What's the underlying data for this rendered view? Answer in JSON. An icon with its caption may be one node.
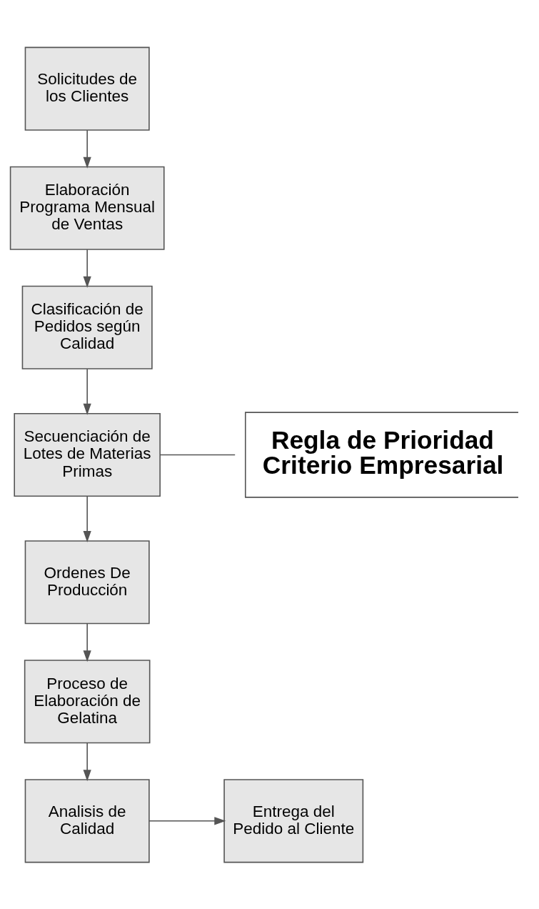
{
  "diagram": {
    "nodes": [
      {
        "text": [
          "Solicitudes de los Clientes"
        ]
      },
      {
        "text": [
          "Elaboración Programa Mensual de Ventas"
        ]
      },
      {
        "text": [
          "Clasificación de Pedidos según Calidad"
        ]
      },
      {
        "text": [
          "Secuenciación de Lotes de Materias Primas"
        ]
      },
      {
        "text": [
          "Ordenes De Producción"
        ]
      },
      {
        "text": [
          "Proceso de Elaboración de Gelatina"
        ]
      },
      {
        "text": [
          "Analisis de Calidad"
        ]
      },
      {
        "text": [
          "Entrega del Pedido al Cliente"
        ]
      },
      {
        "text": [
          "Regla de Prioridad Criterio Empresarial"
        ]
      }
    ],
    "edges": [
      {
        "from": 0,
        "to": 1,
        "arrow": "to"
      },
      {
        "from": 1,
        "to": 2,
        "arrow": "to"
      },
      {
        "from": 2,
        "to": 3,
        "arrow": "to"
      },
      {
        "from": 3,
        "to": 8,
        "arrow": "none"
      },
      {
        "from": 3,
        "to": 4,
        "arrow": "to"
      },
      {
        "from": 4,
        "to": 5,
        "arrow": "to"
      },
      {
        "from": 5,
        "to": 6,
        "arrow": "to"
      },
      {
        "from": 6,
        "to": 7,
        "arrow": "to"
      }
    ]
  }
}
